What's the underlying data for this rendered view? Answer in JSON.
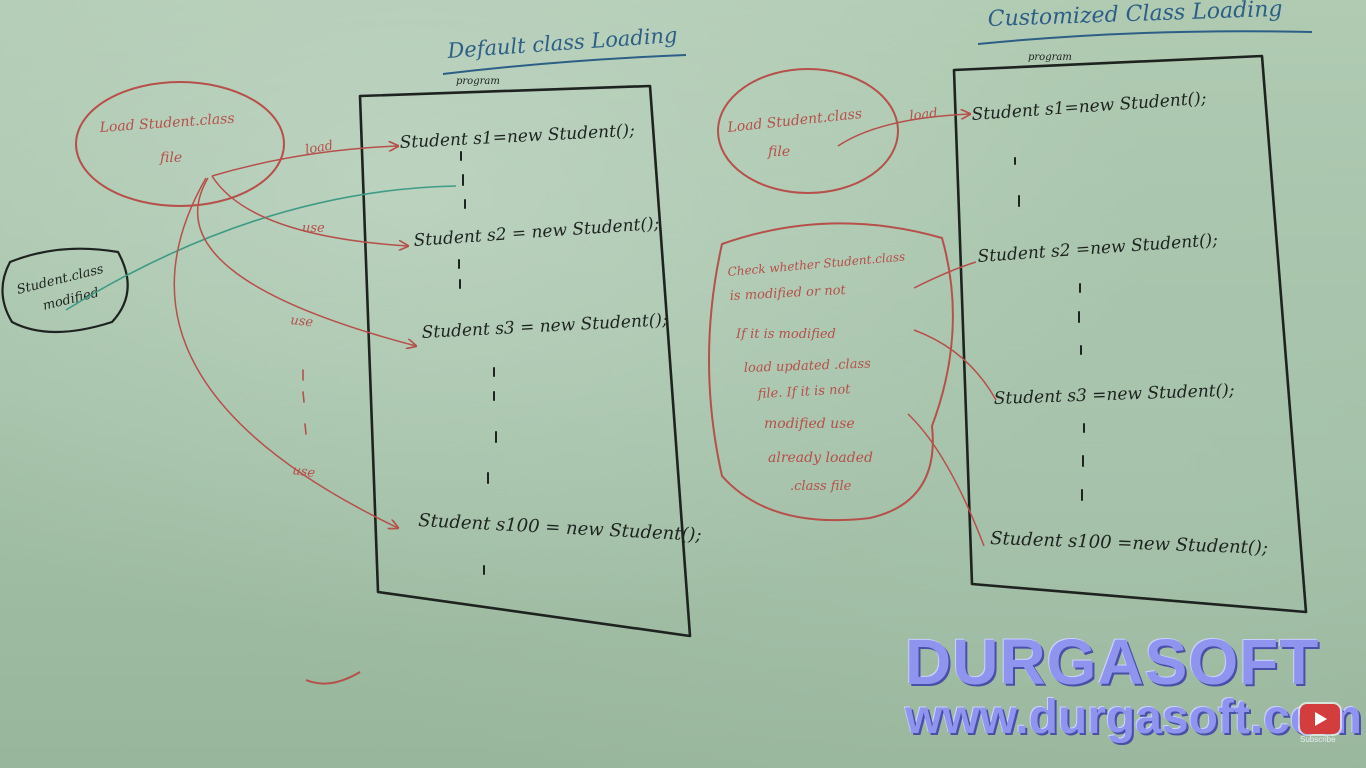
{
  "default_section": {
    "heading": "Default class Loading",
    "box_label": "program",
    "code_lines": [
      "Student s1=new Student();",
      "Student s2 = new Student();",
      "Student s3 = new Student();",
      "Student s100 = new Student();"
    ],
    "load_note": [
      "Load Student.class",
      "file"
    ],
    "modified_note": [
      "Student.class",
      "modified"
    ],
    "arrow_labels": [
      "load",
      "use",
      "use",
      "use"
    ]
  },
  "custom_section": {
    "heading": "Customized Class Loading",
    "box_label": "program",
    "code_lines": [
      "Student s1=new Student();",
      "Student s2 =new Student();",
      "Student s3 =new Student();",
      "Student s100 =new Student();"
    ],
    "load_note": [
      "Load Student.class",
      "file"
    ],
    "arrow_label": "load",
    "check_note": [
      "Check whether Student.class",
      "is modified or not",
      "If it is modified",
      "load updated .class",
      "file. If it is not",
      "modified use",
      "already loaded",
      ".class file"
    ]
  },
  "watermark": {
    "title": "DURGASOFT",
    "url": "www.durgasoft.com"
  },
  "subscribe": {
    "label": "Subscribe",
    "icon": "youtube-play-icon"
  },
  "colors": {
    "board": "#a8c4ab",
    "marker_black": "#1e2320",
    "marker_red": "#b6504a",
    "marker_blue": "#2d5f86",
    "watermark": "#8f94ee"
  }
}
